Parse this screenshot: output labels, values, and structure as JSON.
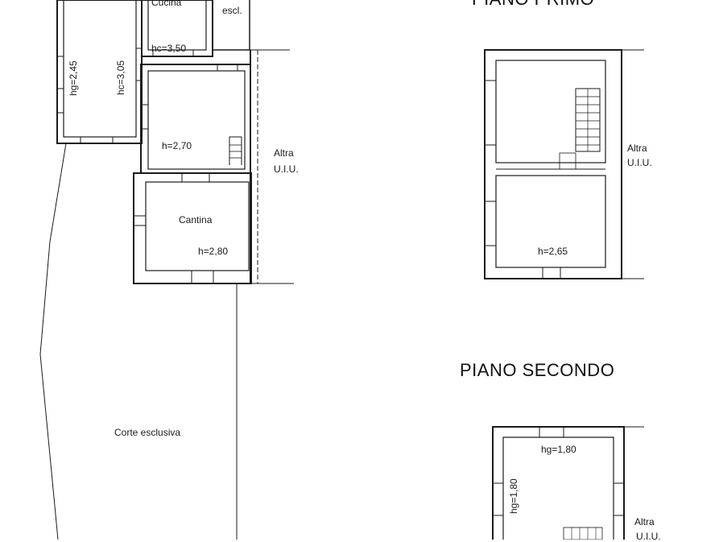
{
  "titles": {
    "primo": "PIANO PRIMO",
    "secondo": "PIANO SECONDO"
  },
  "ground_floor": {
    "cucina": "Cucina",
    "escl": "escl.",
    "hg_left": "hg=2,45",
    "hc_left": "hc=3,05",
    "hc_cucina": "hc=3,50",
    "h_room": "h=2,70",
    "altra": "Altra",
    "uiu": "U.I.U.",
    "cantina": "Cantina",
    "h_cantina": "h=2,80",
    "corte": "Corte esclusiva"
  },
  "first_floor": {
    "altra": "Altra",
    "uiu": "U.I.U.",
    "h_room": "h=2,65"
  },
  "second_floor": {
    "hg_top": "hg=1,80",
    "hg_left": "hg=1,80",
    "altra": "Altra",
    "uiu": "U.I.U."
  }
}
